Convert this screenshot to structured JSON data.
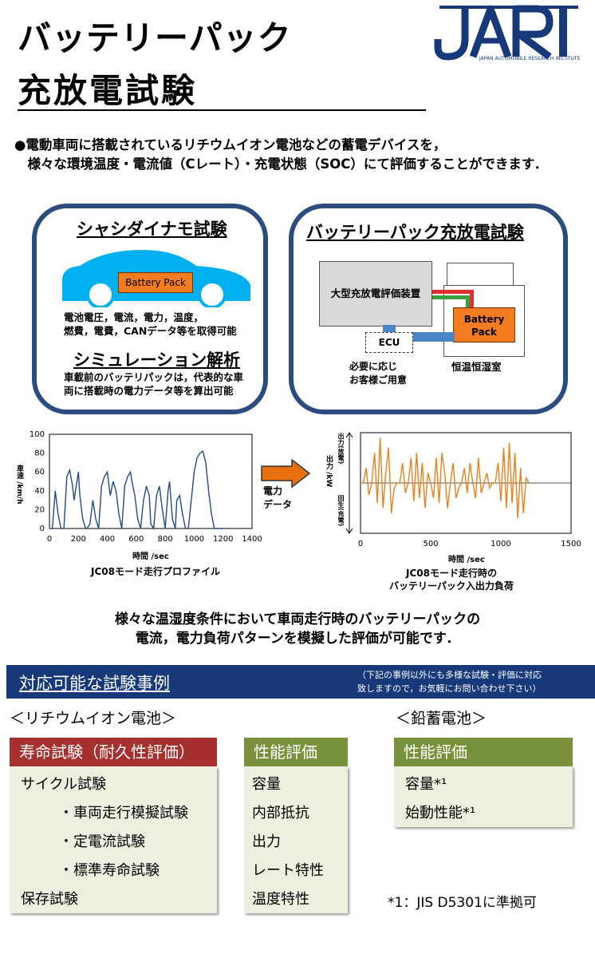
{
  "header": {
    "title_line1": "バッテリーパック",
    "title_line2": "充放電試験",
    "logo_text": "JARI",
    "logo_subtext": "JAPAN AUTOMOBILE RESEARCH INSTITUTE"
  },
  "intro": {
    "text": "●電動車両に搭載されているリチウムイオン電池などの蓄電デバイスを，\n　様々な環境温度・電流値（Cレート）・充電状態（SOC）にて評価することができます．"
  },
  "left_panel": {
    "title": "シャシダイナモ試験",
    "battery_label": "Battery Pack",
    "data_text": "電池電圧，電流，電力，温度，\n燃費，電費，CANデータ等を取得可能",
    "sim_title": "シミュレーション解析",
    "sim_text": "車載前のバッテリパックは，代表的な車\n両に搭載時の電力データ等を算出可能"
  },
  "right_panel": {
    "title": "バッテリーパック充放電試験",
    "device_label": "大型充放電評価装置",
    "battery_label_line1": "Battery",
    "battery_label_line2": "Pack",
    "ecu_label": "ECU",
    "ecu_note": "必要に応じ\nお客様ご用意",
    "chamber_label": "恒温恒湿室"
  },
  "left_chart": {
    "ylabel": "車速 /km/h",
    "xlabel": "時間 /sec",
    "caption": "JC08モード走行プロファイル",
    "yticks": [
      "0",
      "20",
      "40",
      "60",
      "80",
      "100"
    ],
    "xticks": [
      "0",
      "200",
      "400",
      "600",
      "800",
      "1000",
      "1200",
      "1400"
    ]
  },
  "arrow_label": "電力\nデータ",
  "right_chart": {
    "ylabel_main": "出力 /kW",
    "ylabel_top": "出力(放電)",
    "ylabel_bottom": "回生(充電)",
    "xlabel": "時間 /sec",
    "caption": "JC08モード走行時の\nバッテリーパック入出力負荷",
    "xticks": [
      "0",
      "500",
      "1000",
      "1500"
    ]
  },
  "center_text": "様々な温湿度条件において車両走行時のバッテリーパックの\n電流，電力負荷パターンを模擬した評価が可能です．",
  "banner": {
    "title": "対応可能な試験事例",
    "note": "（下記の事例以外にも多様な試験・評価に対応\n致しますので，お気軽にお問い合わせ下さい）"
  },
  "lithium": {
    "heading": "＜リチウムイオン電池＞",
    "life": {
      "header": "寿命試験（耐久性評価）",
      "items": [
        "サイクル試験",
        "・車両走行模擬試験",
        "・定電流試験",
        "・標準寿命試験",
        "保存試験"
      ]
    },
    "performance": {
      "header": "性能評価",
      "items": [
        "容量",
        "内部抵抗",
        "出力",
        "レート特性",
        "温度特性"
      ]
    }
  },
  "lead": {
    "heading": "＜鉛蓄電池＞",
    "performance": {
      "header": "性能評価",
      "items": [
        "容量*¹",
        "始動性能*¹"
      ]
    },
    "footnote": "*1：JIS D5301に準拠可"
  },
  "colors": {
    "panel_border": "#2b4c7e",
    "banner": "#17397a",
    "life_header": "#a5302d",
    "perf_header": "#77923a",
    "table_body": "#ebf1de",
    "car": "#00b0f0",
    "battery": "#f47c20",
    "speed_line": "#244a86",
    "power_line": "#e8811c"
  },
  "chart_data": [
    {
      "type": "line",
      "title": "JC08モード走行プロファイル",
      "xlabel": "時間 /sec",
      "ylabel": "車速 /km/h",
      "xlim": [
        0,
        1400
      ],
      "ylim": [
        0,
        100
      ],
      "x": [
        0,
        20,
        40,
        60,
        80,
        100,
        120,
        140,
        160,
        170,
        190,
        200,
        210,
        230,
        250,
        260,
        280,
        300,
        320,
        340,
        360,
        380,
        400,
        420,
        440,
        460,
        480,
        500,
        520,
        540,
        560,
        570,
        590,
        610,
        630,
        650,
        670,
        690,
        700,
        720,
        740,
        760,
        780,
        800,
        820,
        830,
        850,
        870,
        880,
        900,
        920,
        940,
        960,
        980,
        1000,
        1020,
        1040,
        1060,
        1080,
        1100,
        1120,
        1140,
        1160,
        1180,
        1204
      ],
      "series": [
        {
          "name": "",
          "values": [
            0,
            0,
            40,
            15,
            0,
            0,
            55,
            62,
            45,
            30,
            50,
            60,
            35,
            10,
            0,
            0,
            5,
            30,
            10,
            0,
            45,
            55,
            60,
            35,
            50,
            40,
            15,
            0,
            45,
            55,
            60,
            50,
            35,
            10,
            0,
            30,
            45,
            35,
            5,
            0,
            35,
            45,
            20,
            0,
            40,
            50,
            10,
            0,
            30,
            35,
            15,
            0,
            0,
            30,
            60,
            75,
            80,
            82,
            70,
            40,
            15,
            0,
            0,
            0,
            0
          ]
        }
      ]
    },
    {
      "type": "line",
      "title": "JC08モード走行時のバッテリーパック入出力負荷",
      "xlabel": "時間 /sec",
      "ylabel": "出力 /kW",
      "xlim": [
        0,
        1500
      ],
      "x": [
        0,
        20,
        40,
        60,
        80,
        100,
        120,
        140,
        160,
        180,
        200,
        220,
        240,
        260,
        280,
        300,
        320,
        340,
        360,
        380,
        400,
        420,
        440,
        460,
        480,
        500,
        520,
        540,
        560,
        580,
        600,
        620,
        640,
        660,
        680,
        700,
        720,
        740,
        760,
        780,
        800,
        820,
        840,
        860,
        880,
        900,
        920,
        940,
        960,
        980,
        1000,
        1020,
        1040,
        1060,
        1080,
        1100,
        1120,
        1140,
        1160,
        1180,
        1200
      ],
      "series": [
        {
          "name": "",
          "values": [
            0,
            0,
            15,
            -12,
            0,
            30,
            -20,
            45,
            -25,
            10,
            35,
            -30,
            -5,
            0,
            0,
            20,
            -10,
            0,
            25,
            -18,
            30,
            -15,
            20,
            -25,
            10,
            0,
            -15,
            25,
            -20,
            30,
            10,
            -25,
            0,
            20,
            -15,
            -5,
            0,
            15,
            -10,
            20,
            0,
            -15,
            25,
            -10,
            0,
            10,
            -5,
            0,
            0,
            20,
            -18,
            35,
            -25,
            40,
            -20,
            30,
            -35,
            15,
            -30,
            5,
            0
          ]
        }
      ]
    }
  ]
}
